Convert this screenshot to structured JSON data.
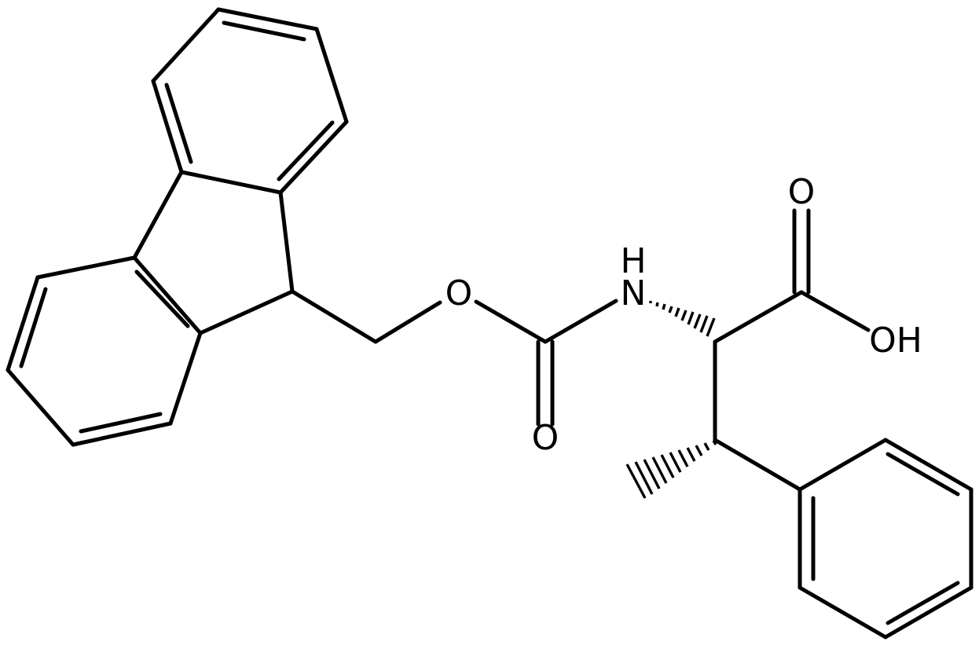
{
  "structure": {
    "atom_labels": {
      "ester_oxygen": "O",
      "carbamate_nitrogen": "N",
      "carbamate_nitrogen_h": "H",
      "carbamate_carbonyl_oxygen": "O",
      "acid_carbonyl_oxygen": "O",
      "acid_hydroxyl": "OH"
    }
  }
}
